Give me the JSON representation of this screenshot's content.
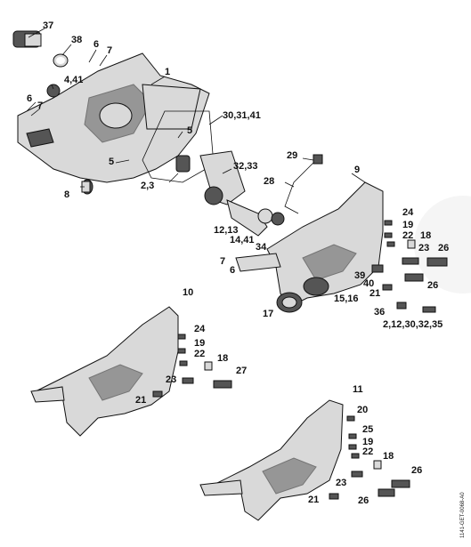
{
  "diagram": {
    "doc_ref": "1141-GET-0068-A0",
    "labels": {
      "l37": "37",
      "l38": "38",
      "l6a": "6",
      "l7a": "7",
      "l1": "1",
      "l441": "4,41",
      "l6b": "6",
      "l7b": "7",
      "l303141": "30,31,41",
      "l5a": "5",
      "l5b": "5",
      "l3233": "32,33",
      "l23": "2,3",
      "l8": "8",
      "l29": "29",
      "l9": "9",
      "l28": "28",
      "l24a": "24",
      "l19a": "19",
      "l22a": "22",
      "l1213": "12,13",
      "l18a": "18",
      "l1441": "14,41",
      "l34": "34",
      "l23a": "23",
      "l26a": "26",
      "l7c": "7",
      "l6c": "6",
      "l39": "39",
      "l40": "40",
      "l26b": "26",
      "l21a": "21",
      "l1516": "15,16",
      "l36": "36",
      "l2123035": "2,12,30,32,35",
      "l17": "17",
      "l10": "10",
      "l24b": "24",
      "l19b": "19",
      "l22b": "22",
      "l18b": "18",
      "l27": "27",
      "l23b": "23",
      "l21b": "21",
      "l11": "11",
      "l20": "20",
      "l25": "25",
      "l19c": "19",
      "l22c": "22",
      "l18c": "18",
      "l26c": "26",
      "l23c": "23",
      "l26d": "26",
      "l21c": "21"
    }
  }
}
